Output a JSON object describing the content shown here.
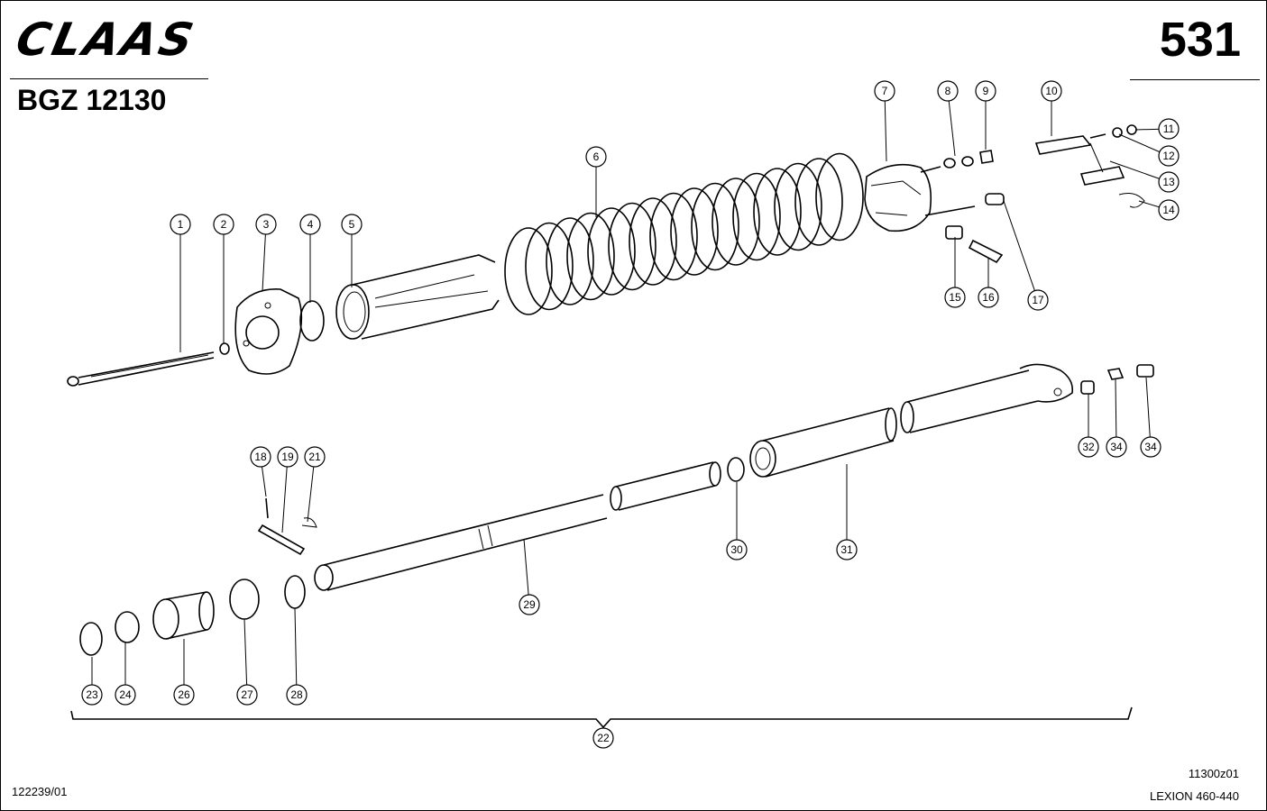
{
  "header": {
    "brand": "CLAAS",
    "group_code": "BGZ 12130",
    "page_number": "531"
  },
  "footer": {
    "reference_left": "122239/01",
    "drawing_code": "11300z01",
    "model": "LEXION 460-440"
  },
  "callouts": [
    "1",
    "2",
    "3",
    "4",
    "5",
    "6",
    "7",
    "8",
    "9",
    "10",
    "11",
    "12",
    "13",
    "14",
    "15",
    "16",
    "17",
    "18",
    "19",
    "21",
    "22",
    "23",
    "24",
    "26",
    "27",
    "28",
    "29",
    "30",
    "31",
    "32",
    "34",
    "34"
  ]
}
